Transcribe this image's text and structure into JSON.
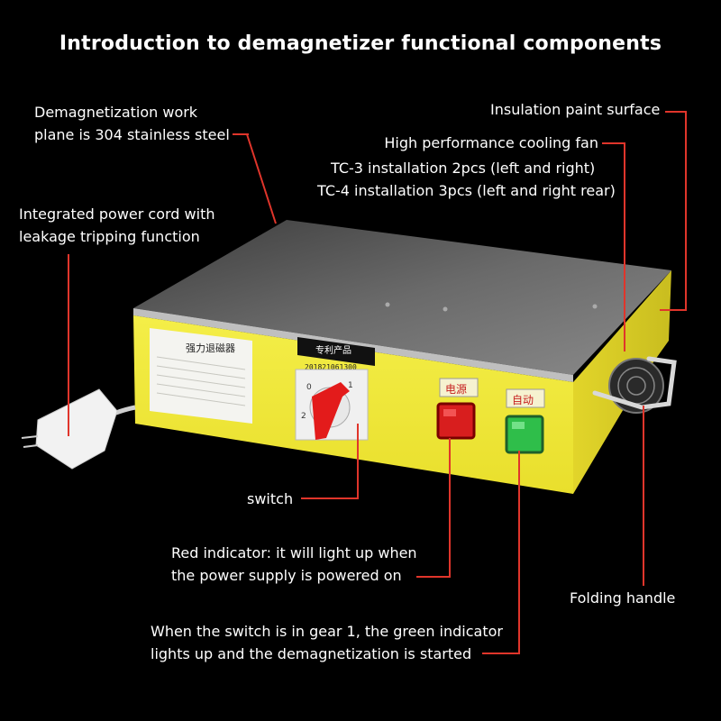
{
  "title": "Introduction to demagnetizer functional components",
  "callouts": {
    "work_plane": [
      "Demagnetization work",
      "plane is 304 stainless steel"
    ],
    "power_cord": [
      "Integrated power cord with",
      "leakage tripping function"
    ],
    "insulation": "Insulation paint surface",
    "fan": [
      "High performance cooling fan",
      "TC-3 installation 2pcs (left and right)",
      "TC-4 installation 3pcs (left and right rear)"
    ],
    "switch": "switch",
    "red_indicator": [
      "Red indicator: it will light up when",
      "the power supply is powered on"
    ],
    "folding_handle": "Folding handle",
    "green_indicator": [
      "When the switch is in gear 1, the green indicator",
      "lights up and the demagnetization is started"
    ]
  },
  "device": {
    "nameplate_title": "强力退磁器",
    "patent_label": "专利产品",
    "patent_number": "201821061300",
    "power_label": "电源",
    "auto_label": "自动",
    "switch_positions": [
      "0",
      "1",
      "2"
    ]
  },
  "colors": {
    "callout_line": "#e0352b",
    "body": "#f2eb3a",
    "red_indicator": "#d81e1e",
    "green_indicator": "#2fbe4a"
  }
}
